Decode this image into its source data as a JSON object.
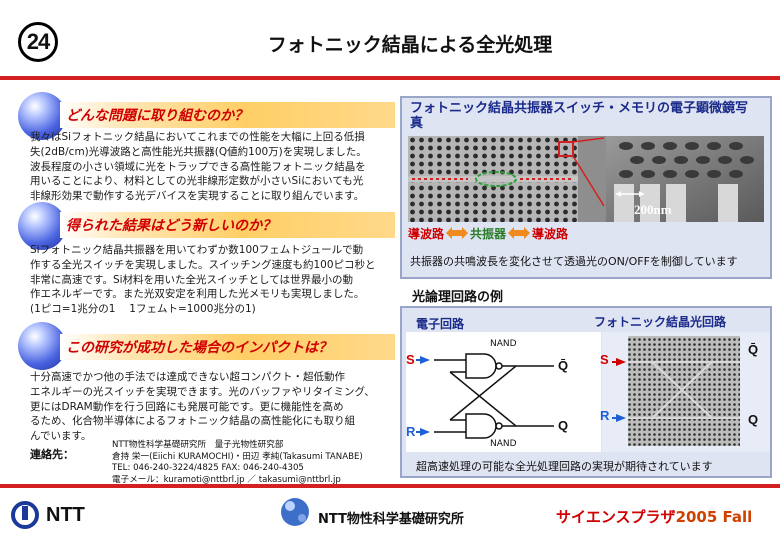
{
  "slide_number": "24",
  "title": "フォトニック結晶による全光処理",
  "sections": [
    {
      "heading": "どんな問題に取り組むのか？",
      "lines": [
        "我々はSiフォトニック結晶においてこれまでの性能を大幅に上回る低損",
        "失(2dB/cm)光導波路と高性能光共振器(Q値約100万)を実現しました。",
        "波長程度の小さい領域に光をトラップできる高性能フォトニック結晶を",
        "用いることにより、材料としての光非線形定数が小さいSiにおいても光",
        "非線形効果で動作する光デバイスを実現することに取り組んでいます。"
      ]
    },
    {
      "heading": "得られた結果はどう新しいのか？",
      "lines": [
        "Siフォトニック結晶共振器を用いてわずか数100フェムトジュールで動",
        "作する全光スイッチを実現しました。スイッチング速度も約100ピコ秒と",
        "非常に高速です。Si材料を用いた全光スイッチとしては世界最小の動",
        "作エネルギーです。また光双安定を利用した光メモリも実現しました。",
        "(1ピコ=1兆分の1　 1フェムト=1000兆分の1)"
      ]
    },
    {
      "heading": "この研究が成功した場合のインパクトは？",
      "lines": [
        "十分高速でかつ他の手法では達成できない超コンパクト・超低動作",
        "エネルギーの光スイッチを実現できます。光のバッファやリタイミング、",
        "更にはDRAM動作を行う回路にも発展可能です。更に機能性を高め",
        "るため、化合物半導体によるフォトニック結晶の高性能化にも取り組",
        "んでいます。"
      ]
    }
  ],
  "contact": {
    "label": "連絡先：",
    "lines": [
      "NTT物性科学基礎研究所　量子光物性研究部",
      "倉持 栄一(Eiichi KURAMOCHI)・田辺 孝純(Takasumi TANABE)",
      "TEL: 046-240-3224/4825 FAX: 046-240-4305",
      "電子メール：kuramoti@nttbrl.jp ／ takasumi@nttbrl.jp"
    ]
  },
  "figure_top": {
    "title_line1": "フォトニック結晶共振器スイッチ・メモリの電子顕微鏡写",
    "title_line2": "真",
    "labels": {
      "waveguide_left": "導波路",
      "resonator": "共振器",
      "waveguide_right": "導波路",
      "scale": "200nm"
    },
    "caption": "共振器の共鳴波長を変化させて透過光のON/OFFを制御しています"
  },
  "figure_bottom": {
    "title": "光論理回路の例",
    "electronic_label": "電子回路",
    "photonic_label": "フォトニック結晶光回路",
    "gates": [
      "NAND",
      "NAND"
    ],
    "inputs": [
      "S",
      "R"
    ],
    "outputs": [
      "Q̄",
      "Q"
    ],
    "caption": "超高速処理の可能な全光処理回路の実現が期待されています"
  },
  "footer": {
    "ntt": "NTT",
    "lab": "NTT物性科学基礎研究所",
    "plaza": "サイエンスプラザ",
    "plaza_year": "2005 Fall"
  },
  "colors": {
    "accent_red": "#d42020",
    "heading_red": "#d00000",
    "panel_blue": "#1a2a8a",
    "arrow_orange": "#f08a1e",
    "arrow_blue": "#1f5fd8"
  }
}
